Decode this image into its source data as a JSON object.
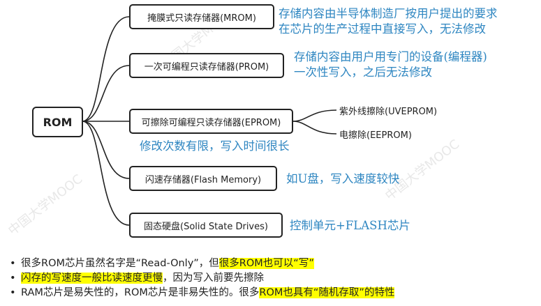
{
  "root": {
    "label": "ROM"
  },
  "branches": [
    {
      "label": "掩膜式只读存储器(MROM)",
      "note_lines": [
        "存储内容由半导体制造厂按用户提出的要求",
        "在芯片的生产过程中直接写入，无法修改"
      ]
    },
    {
      "label": "一次可编程只读存储器(PROM)",
      "note_lines": [
        "存储内容由用户用专门的设备(编程器)",
        "一次性写入，之后无法修改"
      ]
    },
    {
      "label": "可擦除可编程只读存储器(EPROM)",
      "note_lines": [
        "修改次数有限，写入时间很长"
      ],
      "children": [
        "紫外线擦除(UVEPROM)",
        "电擦除(EEPROM)"
      ]
    },
    {
      "label": "闪速存储器(Flash Memory)",
      "note_lines": [
        "如U盘，写入速度较快"
      ]
    },
    {
      "label": "固态硬盘(Solid State Drives)",
      "note_lines": [
        "控制单元+FLASH芯片"
      ]
    }
  ],
  "bullets": [
    {
      "bullet": "•",
      "plain": "很多ROM芯片虽然名字是“Read-Only”，但",
      "highlight": "很多ROM也可以“写”",
      "tail": ""
    },
    {
      "bullet": "•",
      "plain": "",
      "highlight": "闪存的写速度一般比读速度更慢",
      "tail": "，因为写入前要先擦除"
    },
    {
      "bullet": "•",
      "plain": "RAM芯片是易失性的，ROM芯片是非易失性的。很多",
      "highlight": "ROM也具有“随机存取”的特性",
      "tail": ""
    }
  ]
}
